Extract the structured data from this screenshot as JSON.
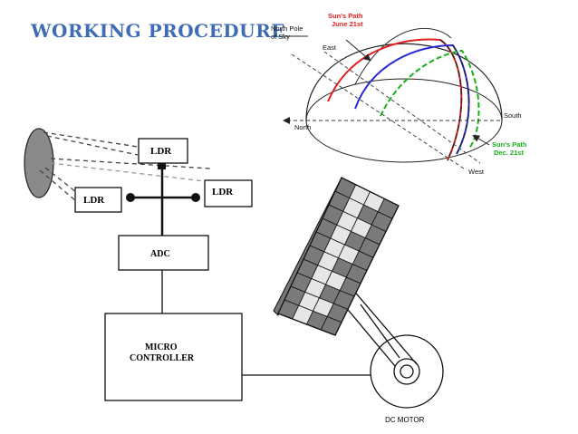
{
  "slide": {
    "title": "WORKING PROCEDURE"
  },
  "sky_diagram": {
    "north_pole_label_1": "North Pole",
    "north_pole_label_2": "of Sky",
    "sun_path_june_1": "Sun's Path",
    "sun_path_june_2": "June 21st",
    "sun_path_dec_1": "Sun's Path",
    "sun_path_dec_2": "Dec. 21st",
    "east": "East",
    "west": "West",
    "north": "North",
    "south": "South",
    "colors": {
      "june": "#e02020",
      "equinox": "#2a2ad8",
      "december": "#18b018"
    }
  },
  "block_diagram": {
    "ldr_top": "LDR",
    "ldr_left": "LDR",
    "ldr_right": "LDR",
    "adc": "ADC",
    "micro_line1": "MICRO",
    "micro_line2": "CONTROLLER",
    "motor": "DC MOTOR"
  }
}
